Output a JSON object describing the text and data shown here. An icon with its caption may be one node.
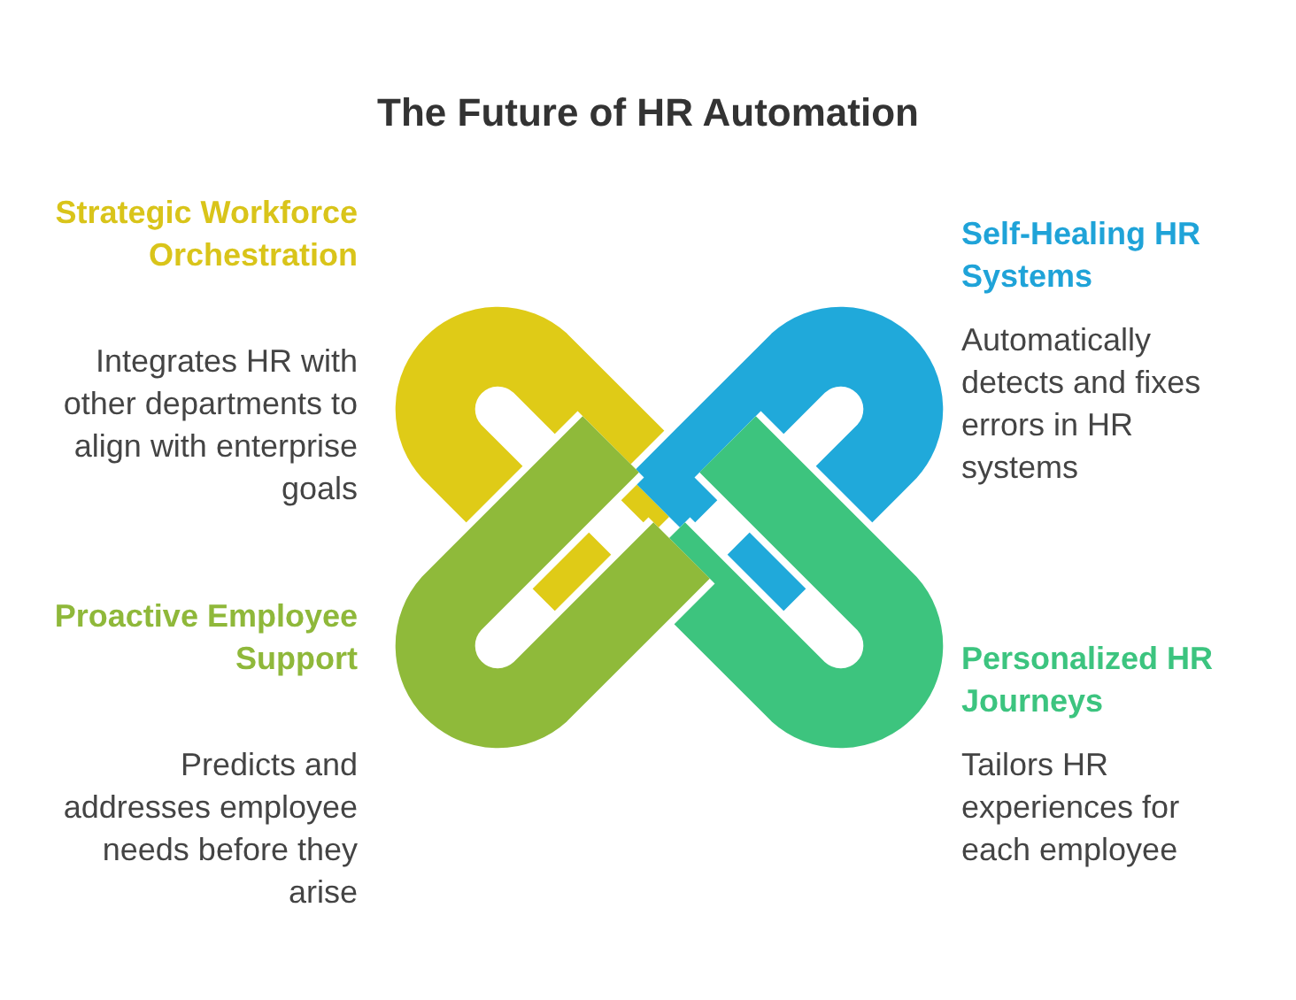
{
  "diagram": {
    "title": "The Future of HR Automation",
    "labels": [
      "Strategic Workforce Orchestration",
      "Integrates HR with other departments to align with enterprise goals",
      "Self-Healing HR Systems",
      "Automatically detects and fixes errors in HR systems",
      "Proactive Employee Support",
      "Predicts and addresses employee needs before they arise",
      "Personalized HR Journeys",
      "Tailors HR experiences for each employee"
    ]
  }
}
